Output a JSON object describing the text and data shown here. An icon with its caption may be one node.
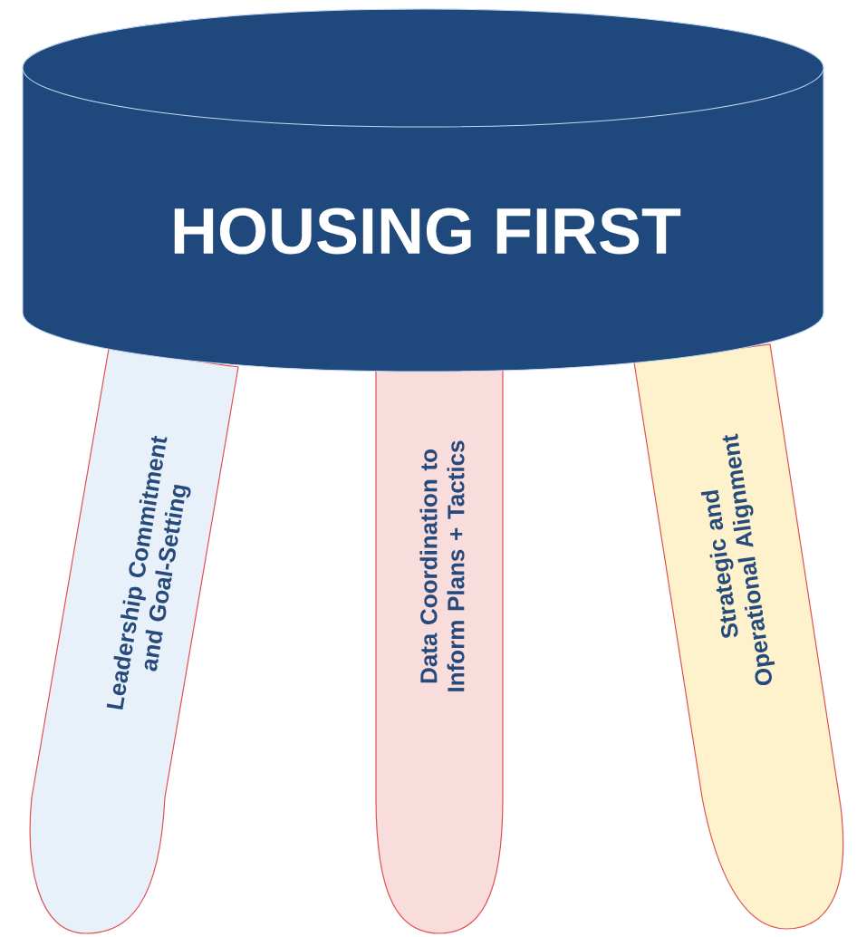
{
  "diagram": {
    "nodes": [
      {
        "text": [
          "HOUSING FIRST"
        ]
      },
      {
        "text": [
          "Leadership Commitment and Goal-Setting"
        ]
      },
      {
        "text": [
          "Data Coordination to Inform Plans + Tactics"
        ]
      },
      {
        "text": [
          "Strategic and Operational Alignment"
        ]
      }
    ]
  }
}
